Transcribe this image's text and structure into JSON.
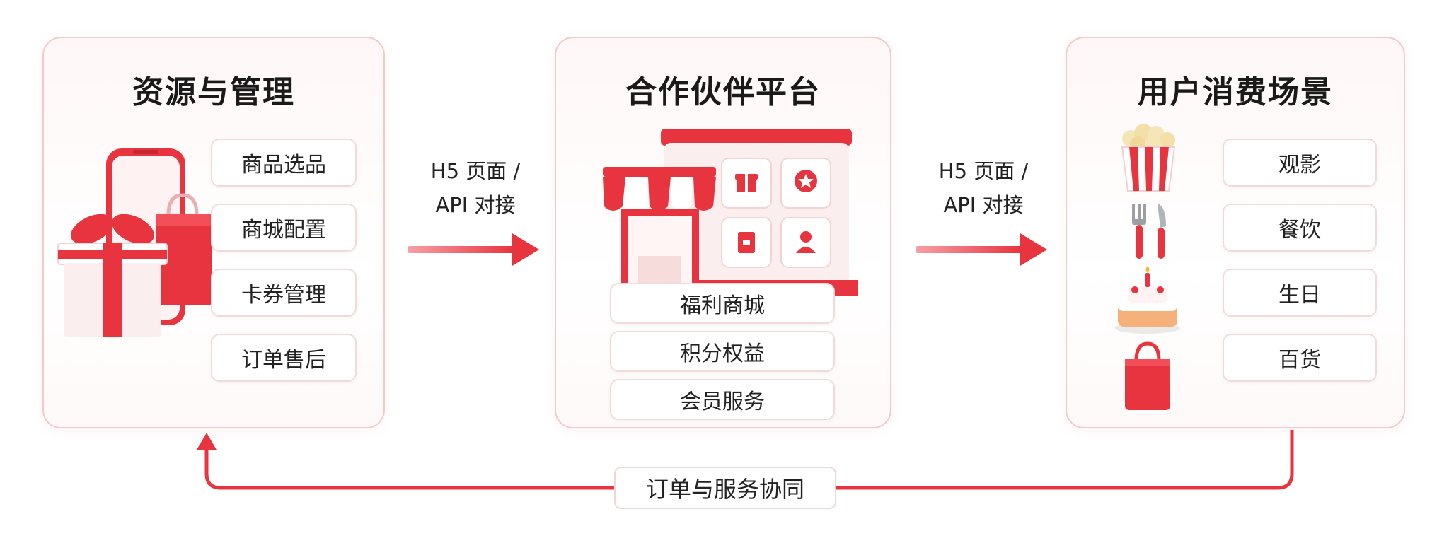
{
  "panels": {
    "left": {
      "title": "资源与管理",
      "items": [
        "商品选品",
        "商城配置",
        "卡券管理",
        "订单售后"
      ]
    },
    "middle": {
      "title": "合作伙伴平台",
      "items": [
        "福利商城",
        "积分权益",
        "会员服务"
      ]
    },
    "right": {
      "title": "用户消费场景",
      "items": [
        "观影",
        "餐饮",
        "生日",
        "百货"
      ]
    }
  },
  "connectors": {
    "left_to_middle": {
      "line1": "H5 页面 /",
      "line2": "API 对接"
    },
    "middle_to_right": {
      "line1": "H5 页面 /",
      "line2": "API 对接"
    },
    "feedback": {
      "label": "订单与服务协同"
    }
  },
  "icons": {
    "left": [
      "phone-icon",
      "gift-box-icon",
      "shopping-bag-icon"
    ],
    "middle": [
      "storefront-icon",
      "gift-icon",
      "badge-icon",
      "card-icon",
      "user-icon"
    ],
    "right": [
      "popcorn-icon",
      "fork-knife-icon",
      "birthday-cake-icon",
      "shopping-bag-icon"
    ]
  },
  "colors": {
    "accent": "#e8343e",
    "panel_border": "#f3c9c9",
    "panel_bg": "#fff7f7"
  }
}
